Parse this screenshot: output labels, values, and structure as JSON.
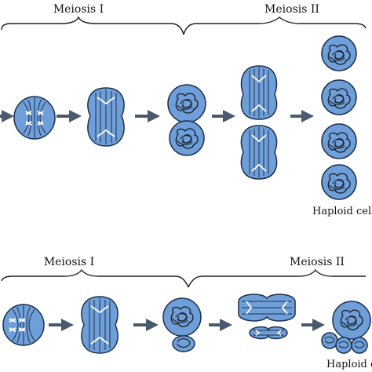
{
  "top_row": {
    "phase1_label": "Meiosis I",
    "phase2_label": "Meiosis II",
    "result_label": "Haploid cells"
  },
  "bottom_row": {
    "phase1_label": "Meiosis I",
    "phase2_label": "Meiosis II",
    "result_label": "Haploid cells"
  },
  "colors": {
    "cell_fill": "#6f9fd8",
    "cell_stroke": "#1d2f4e",
    "arrow": "#4a5a6e",
    "chromosome_white": "#ffffff",
    "chromatin": "#1e2430"
  }
}
